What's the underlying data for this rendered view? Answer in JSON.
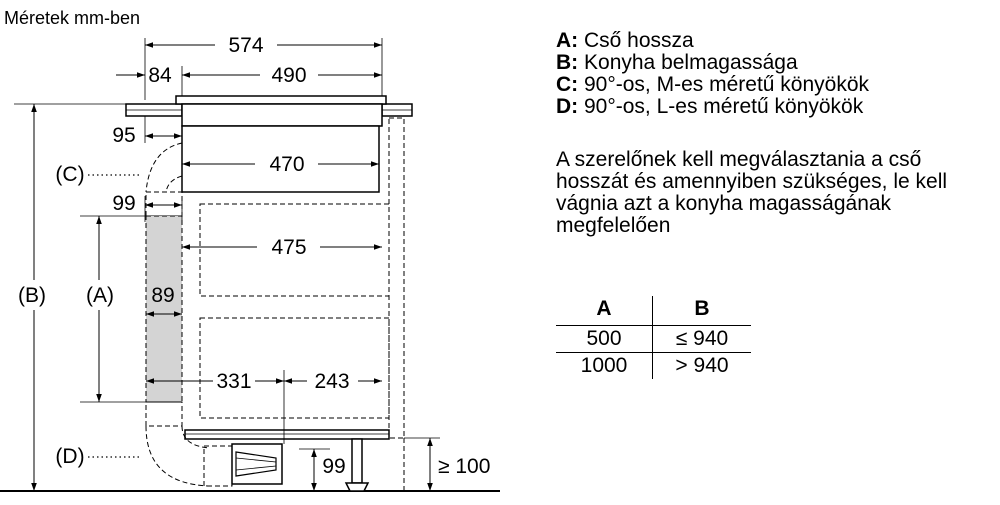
{
  "drawing": {
    "title": "Méretek mm-ben",
    "dimensions": {
      "d574": "574",
      "d84": "84",
      "d490": "490",
      "d95": "95",
      "d470": "470",
      "d99_top": "99",
      "d475": "475",
      "d89": "89",
      "d331": "331",
      "d243": "243",
      "d99_bottom": "99",
      "d100": "≥ 100"
    },
    "labels": {
      "A": "(A)",
      "B": "(B)",
      "C": "(C)",
      "D": "(D)"
    },
    "colors": {
      "pipe_fill": "#d4d4d4",
      "line": "#000000"
    }
  },
  "legend": [
    {
      "key": "A:",
      "text": " Cső hossza"
    },
    {
      "key": "B:",
      "text": " Konyha belmagassága"
    },
    {
      "key": "C:",
      "text": " 90°-os, M-es méretű könyökök"
    },
    {
      "key": "D:",
      "text": " 90°-os, L-es méretű könyökök"
    }
  ],
  "note": "A szerelőnek kell megválasztania a cső hosszát és amennyiben szükséges, le kell vágnia azt a konyha magasságának megfelelően",
  "table": {
    "headers": [
      "A",
      "B"
    ],
    "rows": [
      [
        "500",
        "≤ 940"
      ],
      [
        "1000",
        "> 940"
      ]
    ]
  }
}
